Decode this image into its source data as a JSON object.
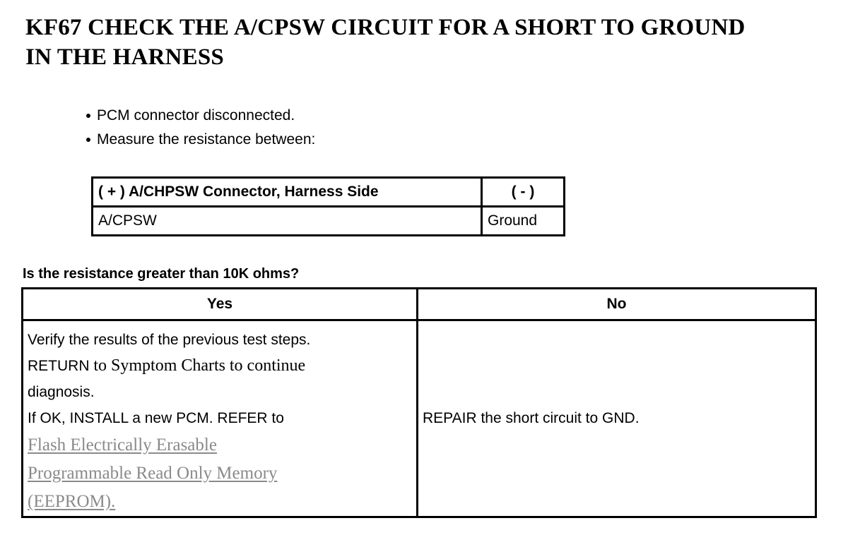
{
  "title": "KF67 CHECK THE A/CPSW CIRCUIT FOR A SHORT TO GROUND IN THE HARNESS",
  "preconditions": [
    "PCM connector disconnected.",
    "Measure the resistance between:"
  ],
  "measure_table": {
    "headers": {
      "positive": "( + ) A/CHPSW Connector, Harness Side",
      "negative": "( - )"
    },
    "rows": [
      {
        "positive": "A/CPSW",
        "negative": "Ground"
      }
    ]
  },
  "question": "Is the resistance greater than 10K ohms?",
  "decision_table": {
    "headers": {
      "yes": "Yes",
      "no": "No"
    },
    "yes_cell": {
      "line1": "Verify the results of the previous test steps.",
      "line2_prefix": "RETURN",
      "line2_serif": "to Symptom Charts",
      "line2_suffix": "to continue",
      "line3": "diagnosis.",
      "line4": "If OK, INSTALL a new PCM. REFER to",
      "link_line1": "Flash Electrically Erasable",
      "link_line2": "Programmable Read Only Memory",
      "link_line3": "(EEPROM)."
    },
    "no_cell": {
      "text": "REPAIR the short circuit to GND."
    }
  },
  "colors": {
    "text": "#000000",
    "link": "#8a8a8a",
    "border": "#000000",
    "background": "#ffffff"
  }
}
